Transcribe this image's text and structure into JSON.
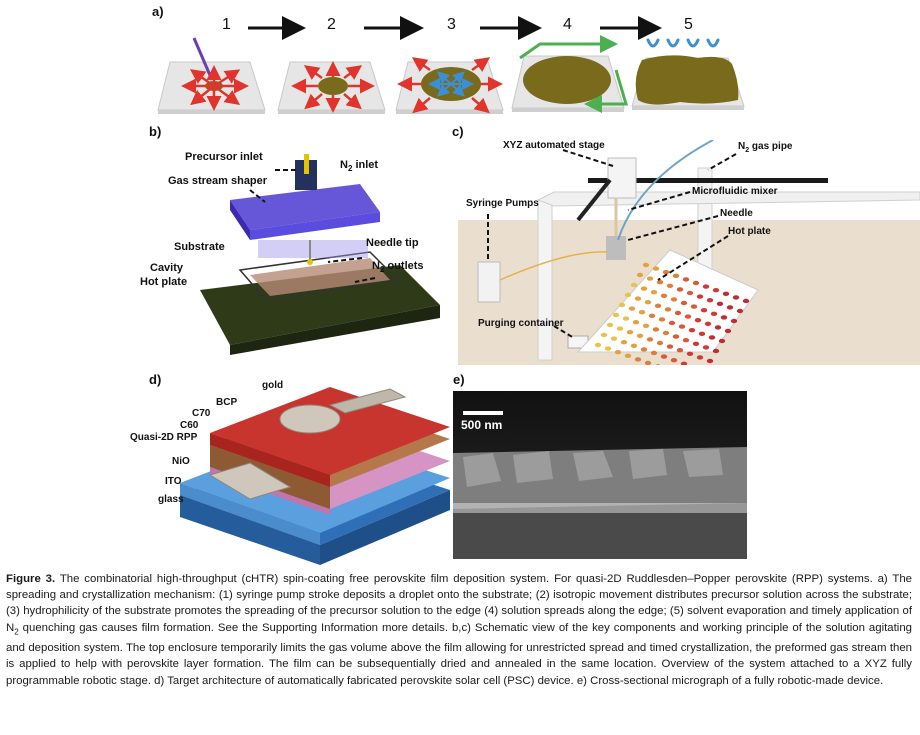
{
  "panels": {
    "a": {
      "label": "a)",
      "steps": [
        "1",
        "2",
        "3",
        "4",
        "5"
      ]
    },
    "b": {
      "label": "b)",
      "callouts": {
        "precursor_inlet": "Precursor inlet",
        "n2_inlet": "N",
        "n2_inlet_sub": "2",
        "n2_inlet_tail": " inlet",
        "gas_stream_shaper": "Gas stream shaper",
        "substrate": "Substrate",
        "needle_tip": "Needle tip",
        "cavity": "Cavity",
        "n2_outlets": "N",
        "n2_outlets_sub": "2",
        "n2_outlets_tail": " outlets",
        "hot_plate": "Hot plate"
      }
    },
    "c": {
      "label": "c)",
      "callouts": {
        "xyz_stage": "XYZ automated stage",
        "n2_gas_pipe": "N",
        "n2_gas_pipe_sub": "2",
        "n2_gas_pipe_tail": " gas pipe",
        "syringe_pumps": "Syringe Pumps",
        "microfluidic_mixer": "Microfluidic mixer",
        "needle": "Needle",
        "hot_plate": "Hot plate",
        "purging_container": "Purging container"
      }
    },
    "d": {
      "label": "d)",
      "layers": {
        "gold": "gold",
        "bcp": "BCP",
        "c70": "C70",
        "c60": "C60",
        "rpp": "Quasi-2D RPP",
        "nio": "NiO",
        "ito": "ITO",
        "glass": "glass"
      }
    },
    "e": {
      "label": "e)",
      "scale_bar": "500 nm"
    }
  },
  "caption": {
    "figure_label": "Figure 3.",
    "text_1": " The combinatorial high-throughput (cHTR) spin-coating free perovskite film deposition system. For quasi-2D Ruddlesden–Popper perovskite (RPP) systems. a) The spreading and crystallization mechanism: (1) syringe pump stroke deposits a droplet onto the substrate; (2) isotropic movement distributes precursor solution across the substrate; (3) hydrophilicity of the substrate promotes the spreading of the precursor solution to the edge (4) solution spreads along the edge; (5) solvent evaporation and timely application of N",
    "text_sub": "2",
    "text_2": " quenching gas causes film formation. See the Supporting Information more details. b,c) Schematic view of the key components and working principle of the solution agitating and deposition system. The top enclosure temporarily limits the gas volume above the film allowing for unrestricted spread and timed crystallization, the preformed gas stream then is applied to help with perovskite layer formation. The film can be subsequentially dried and annealed in the same location. Overview of the system attached to a XYZ fully programmable robotic stage. d) Target architecture of automatically fabricated perovskite solar cell (PSC) device. e) Cross-sectional micrograph of a fully robotic-made device."
  },
  "colors": {
    "film": "#7a6a1c",
    "arrow_red": "#e0342c",
    "arrow_blue": "#3b8fd6",
    "arrow_green": "#4caf50",
    "gas_shaper": "#4a3ad0",
    "hot_plate": "#2f3a18",
    "rpp_red": "#c8342e",
    "ito_blue": "#3a86d0"
  }
}
